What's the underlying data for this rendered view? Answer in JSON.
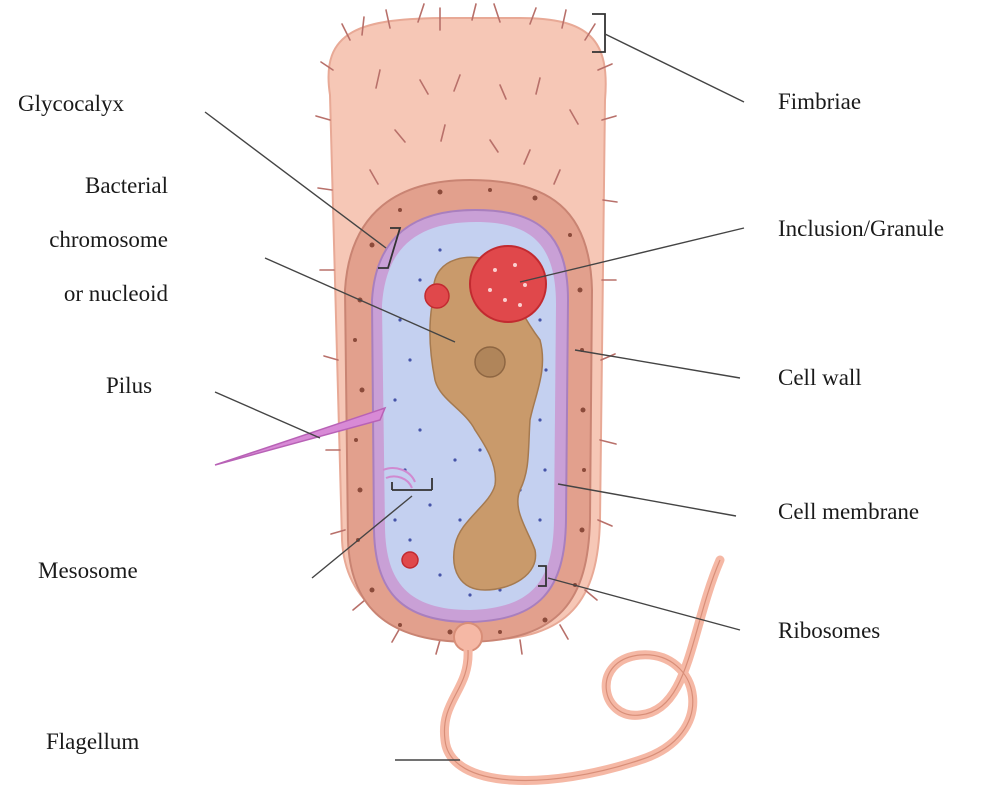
{
  "diagram": {
    "labels": {
      "glycocalyx": "Glycocalyx",
      "chromosome": [
        "Bacterial",
        "chromosome",
        "or nucleoid"
      ],
      "pilus": "Pilus",
      "mesosome": "Mesosome",
      "flagellum": "Flagellum",
      "fimbriae": "Fimbriae",
      "inclusion": "Inclusion/Granule",
      "cell_wall": "Cell wall",
      "cell_membrane": "Cell membrane",
      "ribosomes": "Ribosomes"
    },
    "colors": {
      "glycocalyx_fill": "#f6c7b6",
      "cell_wall_fill": "#e2a08d",
      "membrane": "#c9a0d6",
      "cytoplasm": "#c4d0f0",
      "nucleoid": "#c99a6b",
      "granule": "#e0484b",
      "pilus": "#d88ad6",
      "flagellum": "#f5b8a5",
      "leader_line": "#444444"
    }
  }
}
